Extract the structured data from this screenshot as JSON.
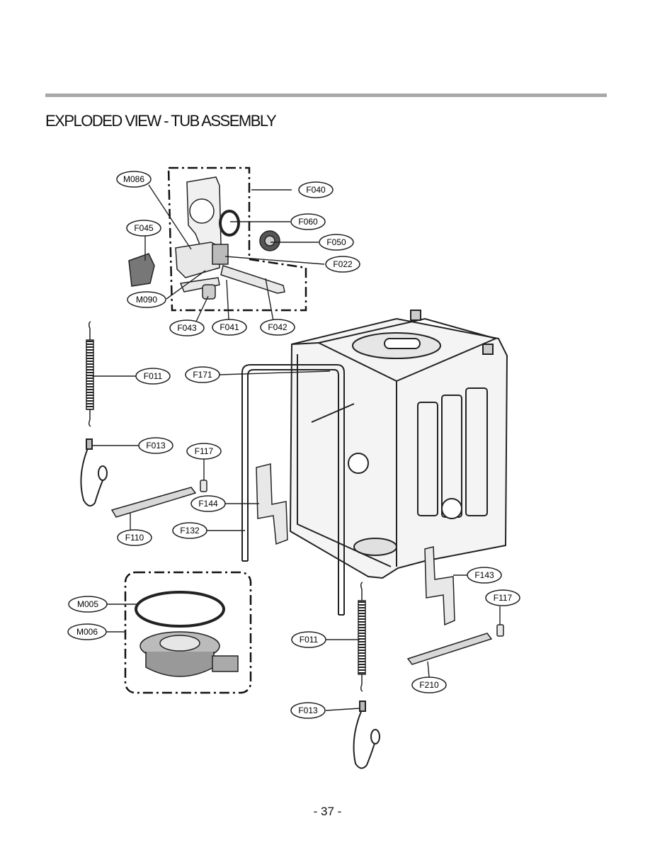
{
  "title": "EXPLODED VIEW - TUB ASSEMBLY",
  "page_number": "- 37 -",
  "callouts": [
    {
      "id": "m086",
      "label": "M086"
    },
    {
      "id": "f040",
      "label": "F040"
    },
    {
      "id": "f045",
      "label": "F045"
    },
    {
      "id": "f060",
      "label": "F060"
    },
    {
      "id": "f050",
      "label": "F050"
    },
    {
      "id": "f022",
      "label": "F022"
    },
    {
      "id": "m090",
      "label": "M090"
    },
    {
      "id": "f043",
      "label": "F043"
    },
    {
      "id": "f041",
      "label": "F041"
    },
    {
      "id": "f042",
      "label": "F042"
    },
    {
      "id": "f011a",
      "label": "F011"
    },
    {
      "id": "f171",
      "label": "F171"
    },
    {
      "id": "f013a",
      "label": "F013"
    },
    {
      "id": "f117a",
      "label": "F117"
    },
    {
      "id": "f144",
      "label": "F144"
    },
    {
      "id": "f132",
      "label": "F132"
    },
    {
      "id": "f110",
      "label": "F110"
    },
    {
      "id": "f143",
      "label": "F143"
    },
    {
      "id": "m005",
      "label": "M005"
    },
    {
      "id": "f117b",
      "label": "F117"
    },
    {
      "id": "m006",
      "label": "M006"
    },
    {
      "id": "f011b",
      "label": "F011"
    },
    {
      "id": "f210",
      "label": "F210"
    },
    {
      "id": "f013b",
      "label": "F013"
    }
  ]
}
